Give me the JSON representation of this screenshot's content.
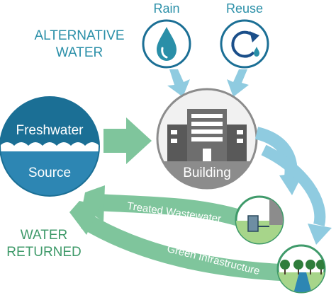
{
  "labels": {
    "alternative_line1": "ALTERNATIVE",
    "alternative_line2": "WATER",
    "rain": "Rain",
    "reuse": "Reuse",
    "freshwater": "Freshwater",
    "source": "Source",
    "building": "Building",
    "treated_wastewater": "Treated Wastewater",
    "green_infrastructure": "Green Infrastructure",
    "water_returned_line1": "WATER",
    "water_returned_line2": "RETURNED"
  },
  "icons": {
    "rain": "water-drop-icon",
    "reuse": "recycle-arrow-icon",
    "building": "building-icon",
    "treatment": "treatment-tank-icon",
    "green": "trees-icon"
  },
  "colors": {
    "teal_text": "#2a8fa8",
    "green_text": "#3f9a6a",
    "dark_blue": "#1b6f95",
    "light_blue_arrow": "#8fcbe0",
    "green_arrow": "#7fc59c",
    "source_blue": "#2d86b3",
    "building_gray": "#8c8c8c"
  }
}
